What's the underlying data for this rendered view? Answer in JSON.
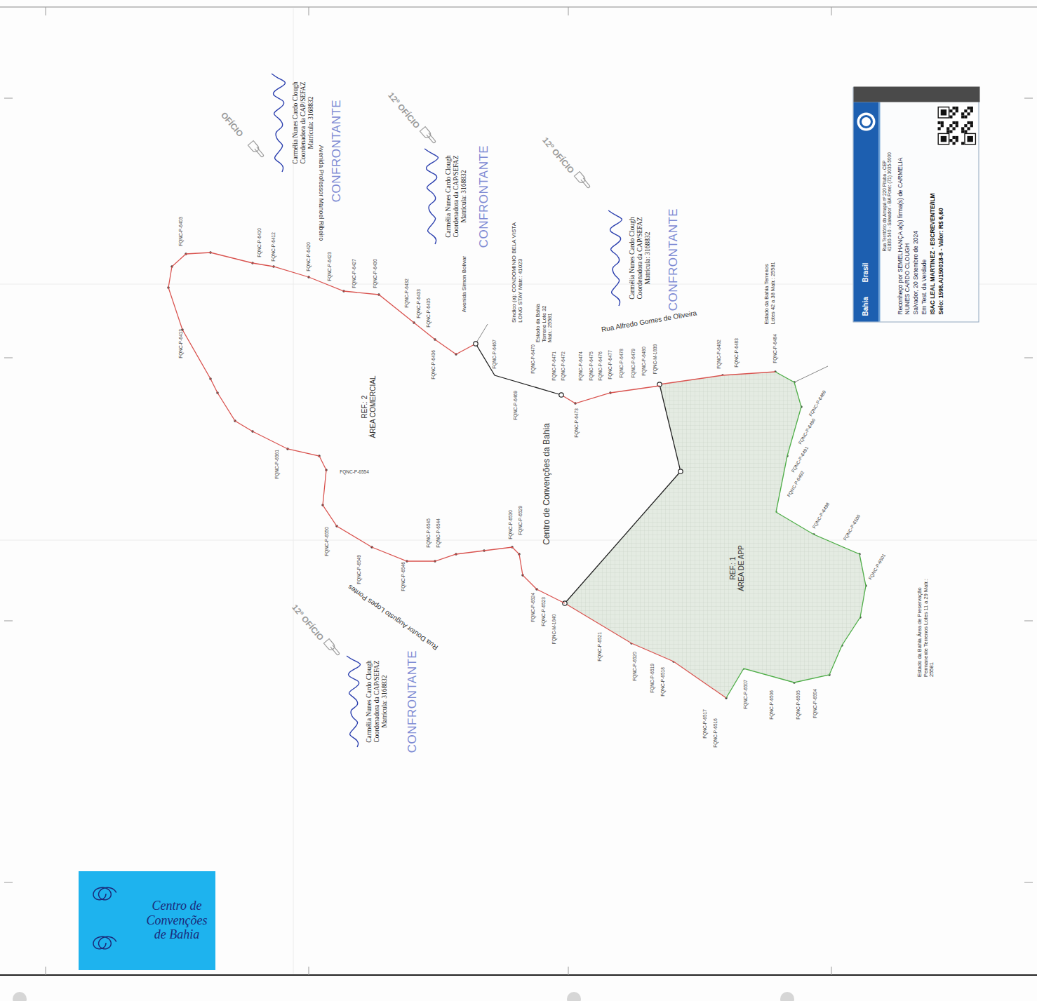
{
  "diagram": {
    "nodes": [
      {
        "text": [
          "REF.: 1",
          "ÁREA DE APP"
        ]
      },
      {
        "text": [
          "REF.: 2",
          "ÁREA COMERCIAL"
        ]
      },
      {
        "text": [
          "Bahia",
          "Brasil",
          "Rua Território do Amapá nº 220 Pituba - CEP 41830-540 - Salvador - BA Fone: (71) 3035-5000",
          "Reconheço por SEMELHANÇA a(s) firma(s) de CARMELIA NUNES CARDO CLOUGH",
          "Salvador, 20 Setembro de 2024",
          "Em Test. da Verdade",
          "ISAC LEAL MARTINEZ - ESCREVENTE/ILM",
          "Selo: 1598.AI150018-8 - Valor: R$ 6,60"
        ]
      },
      {
        "text": [
          "Centro de Convenções de Bahia"
        ]
      }
    ],
    "labels": [
      "Avenida Professor Manoel Ribeiro",
      "Avenida Simon Bolivar",
      "Síndico (a): CONDOMINIO BELA VISTA LONG STAY Matr.: 41023",
      "Estado da Bahia Terreno Lote 32 Matr.: 25581",
      "Rua Alfredo Gomes de Oliveira",
      "Estado da Bahia Terrenos Lotes 42 a 38 Matr.: 25581",
      "Estado da Bahia Área de Preservação Permanente Terrenos Lotes 11 a 29 Matr.: 25581",
      "Centro de Convenções da Bahia",
      "Rua Doutor Augusto Lopes Pontes",
      "Carmélia Nunes Cardo Clough Coordenadora da CAP/SEFAZ Matrícula: 3168832",
      "Carmélia Nunes Cardo Clough Coordenadora da CAP/SEFAZ Matrícula: 3168832",
      "Carmélia Nunes Cardo Clough Coordenadora da CAP/SEFAZ Matrícula: 3168832",
      "Carmélia Nunes Cardo Clough Coordenadora da CAP/SEFAZ Matrícula: 3168832",
      "CONFRONTANTE",
      "CONFRONTANTE",
      "CONFRONTANTE",
      "CONFRONTANTE",
      "OFÍCIO",
      "12º OFÍCIO",
      "12º OFÍCIO",
      "12º OFÍCIO",
      "FQNC-P-6403",
      "FQNC-P-6410",
      "FQNC-P-6412",
      "FQNC-P-6413",
      "FQNC-P-6420",
      "FQNC-P-6423",
      "FQNC-P-6427",
      "FQNC-P-6430",
      "FQNC-P-6432",
      "FQNC-P-6433",
      "FQNC-P-6435",
      "FQNC-P-6436",
      "FQNC-P-6467",
      "FQNC-P-6469",
      "FQNC-P-6470",
      "FQNC-P-6471",
      "FQNC-P-6472",
      "FQNC-P-6473",
      "FQNC-P-6474",
      "FQNC-P-6475",
      "FQNC-P-6476",
      "FQNC-P-6477",
      "FQNC-P-6478",
      "FQNC-P-6479",
      "FQNC-P-6480",
      "FQNC-M-1839",
      "FQNC-P-6482",
      "FQNC-P-6483",
      "FQNC-P-6484",
      "FQNC-P-6489",
      "FQNC-P-6490",
      "FQNC-P-6491",
      "FQNC-P-6492",
      "FQNC-P-6498",
      "FQNC-P-6500",
      "FQNC-P-6501",
      "FQNC-P-6507",
      "FQNC-P-6506",
      "FQNC-P-6505",
      "FQNC-P-6504",
      "FQNC-P-6516",
      "FQNC-P-6517",
      "FQNC-P-6518",
      "FQNC-P-6519",
      "FQNC-P-6520",
      "FQNC-P-6521",
      "FQNC-M-1840",
      "FQNC-P-6523",
      "FQNC-P-6524",
      "FQNC-P-6529",
      "FQNC-P-6530",
      "FQNC-P-6544",
      "FQNC-P-6545",
      "FQNC-P-6546",
      "FQNC-P-6549",
      "FQNC-P-6550",
      "FQNC-P-6554",
      "FQNC-P-6561"
    ]
  }
}
